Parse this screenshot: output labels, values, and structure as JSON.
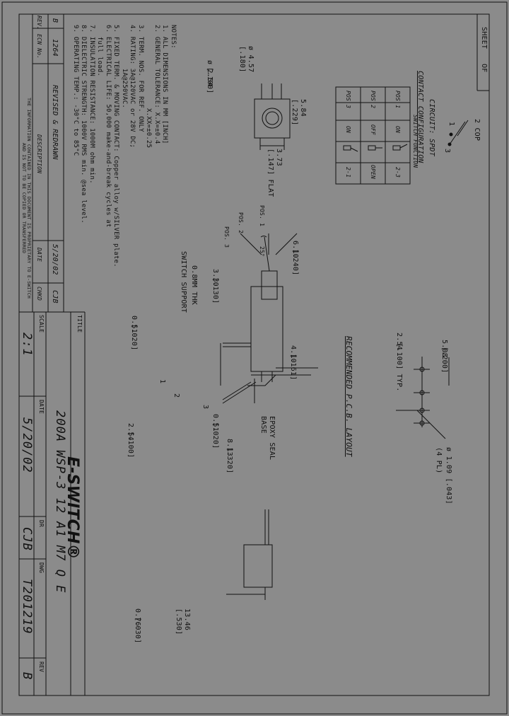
{
  "sheet": {
    "label": "SHEET",
    "of": "OF"
  },
  "circuit": {
    "cop": "2 COP",
    "pin1": "1",
    "pin3": "3",
    "title": "CIRCUIT: SPDT",
    "subtitle": "CONTACT CONFIGURATION"
  },
  "switch_function": {
    "caption": "SWITCH FUNCTION",
    "headers": [
      "POS 1",
      "POS 2",
      "POS 3"
    ],
    "states": [
      "ON",
      "OFF",
      "ON"
    ],
    "pins": [
      "2-3",
      "OPEN",
      "2-1"
    ]
  },
  "pcb": {
    "title": "RECOMMENDED P.C.B. LAYOUT",
    "dim_pitch": "5.08",
    "dim_pitch_in": "[.200]",
    "dim_typ": "2.54",
    "dim_typ_in": "[.100] TYP.",
    "hole": "ø 1.09 [.043]",
    "hole_qty": "(4 PL)"
  },
  "dims": {
    "d457": "ø 4.57",
    "d457_in": "[.180]",
    "d254": "ø 2.54",
    "d254_in": "[.100]",
    "d584": "5.84",
    "d584_in": "[.229]",
    "d373": "3.73",
    "d373_in": "[.147] FLAT",
    "d610": "6.10",
    "d610_in": "[.240]",
    "d330": "3.30",
    "d330_in": "[.130]",
    "d051": "0.51",
    "d051_in": "[.020]",
    "d410": "4.10",
    "d410_in": "[.161]",
    "angle": "25°",
    "d061": "0.51",
    "d061_in": "[.020]",
    "d813": "8.13",
    "d813_in": "[.320]",
    "d254b": "2.54",
    "d254b_in": "[.100]",
    "d1346": "13.46",
    "d1346_in": "[.530]",
    "d076": "0.76",
    "d076_in": "[.030]"
  },
  "labels": {
    "pos1": "POS. 1",
    "pos2": "POS. 2",
    "pos3": "POS. 3",
    "support_thk": "0.8MM THK",
    "support": "SWITCH SUPPORT",
    "epoxy": "EPOXY SEAL",
    "base": "BASE",
    "lead1": "1",
    "lead2": "2",
    "lead3": "3"
  },
  "notes": {
    "title": "NOTES:",
    "items": [
      "1. ALL DIMENSIONS IN MM [INCH]",
      "2. GENERAL TOLERANCE: X.X=±0.4",
      "                     X.XX=±0.25",
      "3. TERM. NOS. FOR REF. ONLY",
      "4. RATING: 3A@120VAC or 28V DC;",
      "           1A@250VAC.",
      "5. FIXED TERM. & MOVING CONTACT: Copper alloy w/SILVER plate.",
      "6. ELECTRICAL LIFE: 50,000 make-and-break cycles at",
      "   full load.",
      "7. INSULATION RESISTANCE: 1000M ohm min.",
      "8. DIELECTRIC STRENGTH: 1000V RMS min. @sea level.",
      "9. OPERATING TEMP.: -30°C to 85°C"
    ]
  },
  "revision": {
    "rev": "B",
    "ecn": "1264",
    "desc": "REVISED & REDRAWN",
    "date": "5/20/02",
    "chkd": "CJB",
    "h_rev": "REV.",
    "h_ecn": "ECN No.",
    "h_desc": "DESCRIPTION",
    "h_date": "DATE",
    "h_chkd": "CHKD"
  },
  "proprietary": "THE INFORMATION CONTAINED IN THIS DOCUMENT IS PROPRIETARY TO E-SWITCH AND IS NOT TO BE COPIED OR TRANSFERRED",
  "title_block": {
    "title_label": "TITLE",
    "title": "200A WSP-3 12 A1 M7 Q E",
    "scale_label": "SCALE",
    "scale": "2:1",
    "date_label": "DATE",
    "date": "5/20/02",
    "dr_label": "DR",
    "dr": "CJB",
    "dwg_label": "DWG",
    "dwg": "T201219",
    "rev_label": "REV",
    "rev": "B",
    "logo": "E-SWITCH®"
  }
}
